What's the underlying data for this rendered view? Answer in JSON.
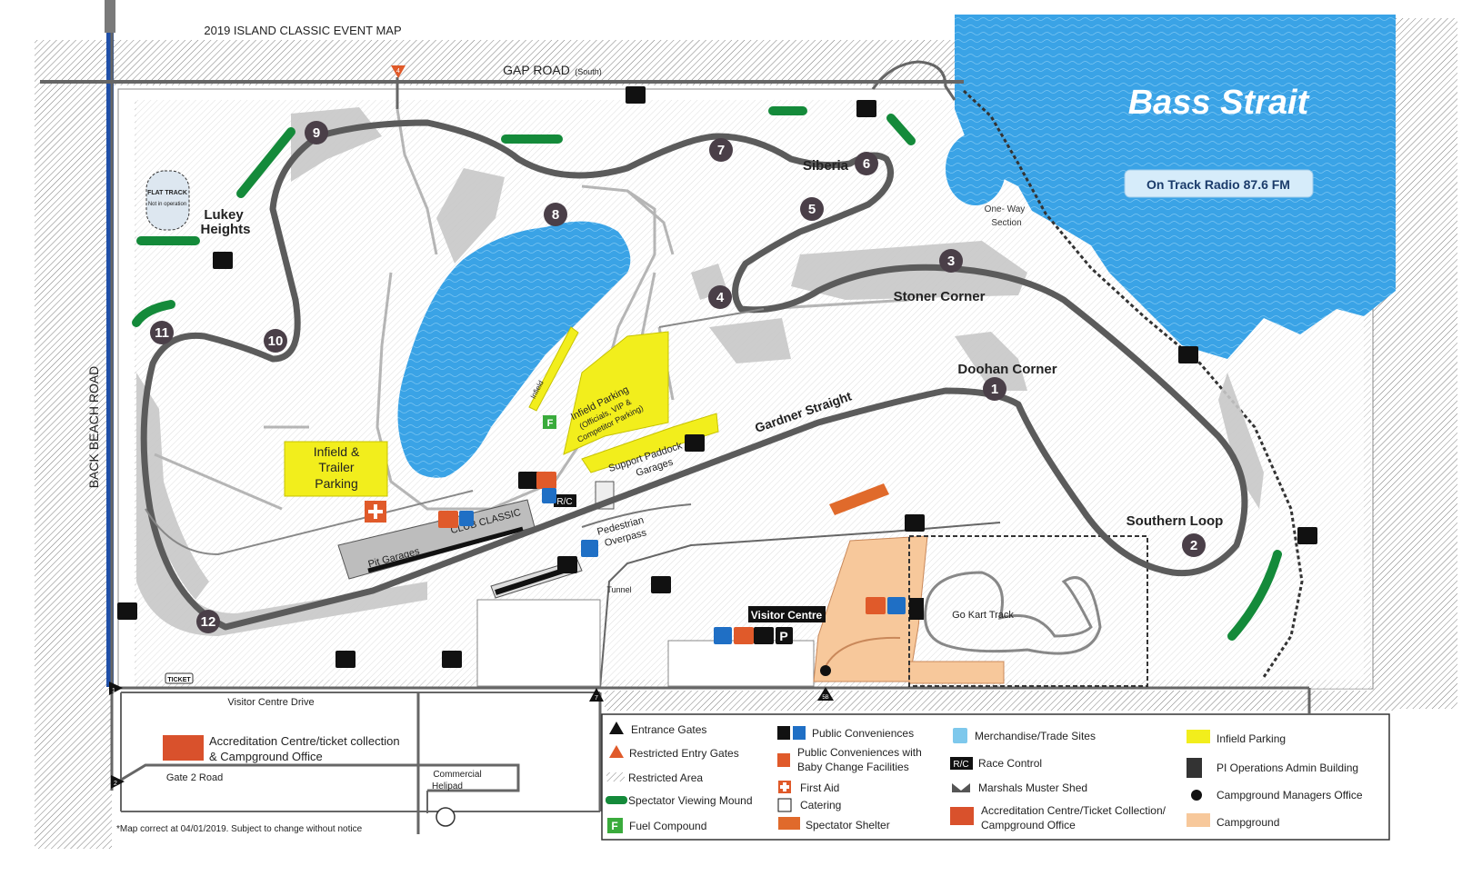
{
  "map": {
    "title": "2019 ISLAND CLASSIC EVENT MAP",
    "water_label": "Bass Strait",
    "radio_label": "On Track Radio 87.6 FM",
    "disclaimer": "*Map correct at 04/01/2019. Subject to change without notice",
    "colors": {
      "water": "#3aa3e6",
      "track": "#5b5b5b",
      "runoff": "#c8c8c8",
      "mound": "#148a3a",
      "parking": "#f2ee1c",
      "campground": "#f7c89b",
      "accreditation": "#d9512c",
      "shelter": "#e06a2b",
      "road_blue": "#1f4fa8",
      "fuel": "#3aab3c",
      "restricted_gate": "#e05a2a"
    }
  },
  "roads": {
    "gap_road": "GAP ROAD",
    "gap_road_sub": "(South)",
    "back_beach_road": "BACK BEACH ROAD",
    "visitor_centre_drive": "Visitor Centre Drive",
    "gate2_road": "Gate 2 Road",
    "tunnel": "Tunnel",
    "one_way": "One- Way",
    "one_way_2": "Section",
    "commercial_helipad": "Commercial",
    "commercial_helipad_2": "Helipad"
  },
  "corners": {
    "lukey_heights": "Lukey",
    "lukey_heights_2": "Heights",
    "siberia": "Siberia",
    "stoner_corner": "Stoner Corner",
    "doohan_corner": "Doohan Corner",
    "southern_loop": "Southern Loop",
    "gardner_straight": "Gardner Straight"
  },
  "turns": [
    "1",
    "2",
    "3",
    "4",
    "5",
    "6",
    "7",
    "8",
    "9",
    "10",
    "11",
    "12"
  ],
  "gates": [
    "1",
    "2",
    "4",
    "7",
    "5B"
  ],
  "places": {
    "flat_track": "FLAT TRACK",
    "flat_track_sub": "Not in operation",
    "infield_trailer": "Infield &",
    "infield_trailer_2": "Trailer",
    "infield_trailer_3": "Parking",
    "infield_parking": "Infield Parking",
    "infield_parking_2": "(Officials, VIP &",
    "infield_parking_3": "Competitor Parking)",
    "infield_lane": "Infield",
    "support_paddock": "Support Paddock",
    "support_paddock_2": "Garages",
    "pit_garages": "Pit Garages",
    "club_classic": "CLUB CLASSIC",
    "race_control_short": "R/C",
    "pedestrian": "Pedestrian",
    "pedestrian_2": "Overpass",
    "visitor_centre": "Visitor Centre",
    "go_kart": "Go Kart Track",
    "ticket": "TICKET",
    "fuel_letter": "F",
    "parking_letter": "P"
  },
  "accreditation": {
    "line1": "Accreditation Centre/ticket collection",
    "line2": "& Campground Office"
  },
  "legend": {
    "col1": [
      "Entrance Gates",
      "Restricted Entry Gates",
      "Restricted Area",
      "Spectator Viewing Mound",
      "Fuel Compound"
    ],
    "col2": [
      "Public Conveniences",
      "Public Conveniences with",
      "Baby Change Facilities",
      "First Aid",
      "Catering",
      "Spectator Shelter"
    ],
    "col3": [
      "Merchandise/Trade Sites",
      "Race Control",
      "Marshals Muster Shed",
      "Accreditation Centre/Ticket Collection/",
      "Campground Office"
    ],
    "col4": [
      "Infield Parking",
      "PI Operations Admin Building",
      "Campground Managers Office",
      "Campground"
    ]
  }
}
